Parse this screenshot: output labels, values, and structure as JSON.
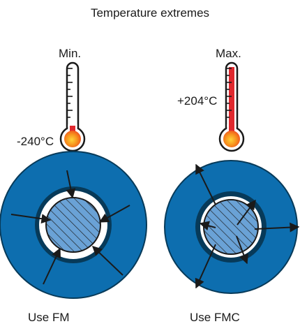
{
  "title": "Temperature extremes",
  "min": {
    "label": "Min.",
    "value": "-240°C",
    "level": 0.08
  },
  "max": {
    "label": "Max.",
    "value": "+204°C",
    "level": 0.92
  },
  "left_caption": "Use FM",
  "right_caption": "Use FMC",
  "colors": {
    "ring_blue": "#0d6eaf",
    "ring_dark": "#073a59",
    "core_blue": "#6aa2d6",
    "mercury_red": "#e0282e",
    "bulb_orange": "#f47a20",
    "outline": "#1a1a1a"
  }
}
